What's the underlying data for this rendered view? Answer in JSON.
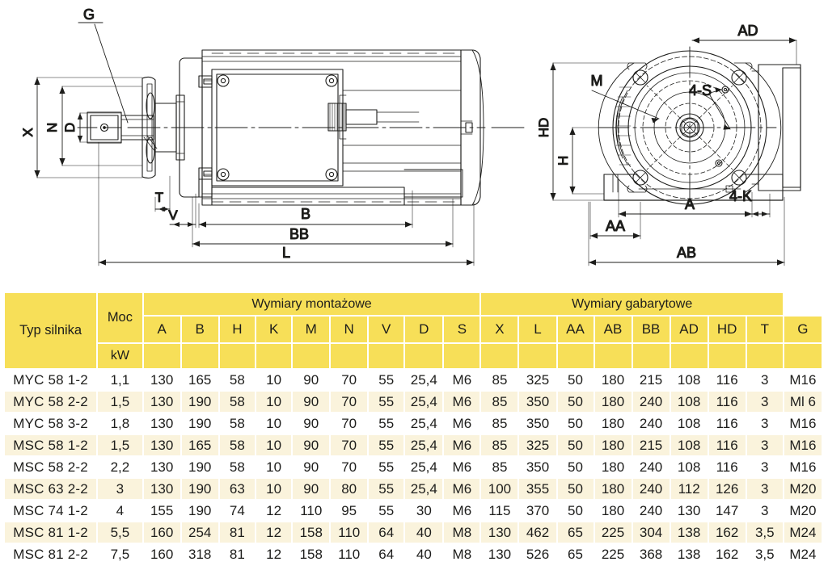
{
  "drawing": {
    "side_view_labels": [
      "G",
      "X",
      "N",
      "D",
      "T",
      "V",
      "B",
      "BB",
      "L"
    ],
    "end_view_labels": [
      "AD",
      "HD",
      "H",
      "M",
      "4-S",
      "A",
      "4-K",
      "AA",
      "AB"
    ],
    "labels": {
      "G": "G",
      "X": "X",
      "N": "N",
      "D": "D",
      "T": "T",
      "V": "V",
      "B": "B",
      "BB": "BB",
      "L": "L",
      "AD": "AD",
      "HD": "HD",
      "H": "H",
      "M": "M",
      "S4": "4-S",
      "A": "A",
      "K4": "4-K",
      "AA": "AA",
      "AB": "AB"
    }
  },
  "table": {
    "corner_header": "Typ silnika",
    "power_header": "Moc",
    "power_unit": "kW",
    "group_headers": [
      {
        "label": "Wymiary montażowe",
        "span": 9
      },
      {
        "label": "Wymiary gabarytowe",
        "span": 8
      }
    ],
    "columns": [
      "A",
      "B",
      "H",
      "K",
      "M",
      "N",
      "V",
      "D",
      "S",
      "X",
      "L",
      "AA",
      "AB",
      "BB",
      "AD",
      "HD",
      "T",
      "G"
    ],
    "rows": [
      {
        "type": "MYC 58 1-2",
        "moc": "1,1",
        "values": [
          "130",
          "165",
          "58",
          "10",
          "90",
          "70",
          "55",
          "25,4",
          "M6",
          "85",
          "325",
          "50",
          "180",
          "215",
          "108",
          "116",
          "3",
          "M16"
        ]
      },
      {
        "type": "MYC 58 2-2",
        "moc": "1,5",
        "values": [
          "130",
          "190",
          "58",
          "10",
          "90",
          "70",
          "55",
          "25,4",
          "M6",
          "85",
          "350",
          "50",
          "180",
          "240",
          "108",
          "116",
          "3",
          "Ml 6"
        ]
      },
      {
        "type": "MYC 58 3-2",
        "moc": "1,8",
        "values": [
          "130",
          "190",
          "58",
          "10",
          "90",
          "70",
          "55",
          "25,4",
          "M6",
          "85",
          "350",
          "50",
          "180",
          "240",
          "108",
          "116",
          "3",
          "M16"
        ]
      },
      {
        "type": "MSC 58 1-2",
        "moc": "1,5",
        "values": [
          "130",
          "165",
          "58",
          "10",
          "90",
          "70",
          "55",
          "25,4",
          "M6",
          "85",
          "325",
          "50",
          "180",
          "215",
          "108",
          "116",
          "3",
          "M16"
        ]
      },
      {
        "type": "MSC 58 2-2",
        "moc": "2,2",
        "values": [
          "130",
          "190",
          "58",
          "10",
          "90",
          "70",
          "55",
          "25,4",
          "M6",
          "85",
          "350",
          "50",
          "180",
          "240",
          "108",
          "116",
          "3",
          "M16"
        ]
      },
      {
        "type": "MSC 63 2-2",
        "moc": "3",
        "values": [
          "130",
          "190",
          "63",
          "10",
          "90",
          "80",
          "55",
          "25,4",
          "M6",
          "100",
          "355",
          "50",
          "180",
          "240",
          "112",
          "126",
          "3",
          "M20"
        ]
      },
      {
        "type": "MSC 74 1-2",
        "moc": "4",
        "values": [
          "155",
          "190",
          "74",
          "12",
          "110",
          "95",
          "55",
          "30",
          "M6",
          "115",
          "370",
          "50",
          "180",
          "240",
          "130",
          "147",
          "3",
          "M20"
        ]
      },
      {
        "type": "MSC 81 1-2",
        "moc": "5,5",
        "values": [
          "160",
          "254",
          "81",
          "12",
          "158",
          "110",
          "64",
          "40",
          "M8",
          "130",
          "462",
          "65",
          "225",
          "304",
          "138",
          "162",
          "3,5",
          "M24"
        ]
      },
      {
        "type": "MSC 81 2-2",
        "moc": "7,5",
        "values": [
          "160",
          "318",
          "81",
          "12",
          "158",
          "110",
          "64",
          "40",
          "M8",
          "130",
          "526",
          "65",
          "225",
          "368",
          "138",
          "162",
          "3,5",
          "M24"
        ]
      }
    ]
  },
  "colors": {
    "header_yellow": "#f7df58",
    "alt_row": "#faf3dc",
    "ink": "#1d1d1b"
  }
}
